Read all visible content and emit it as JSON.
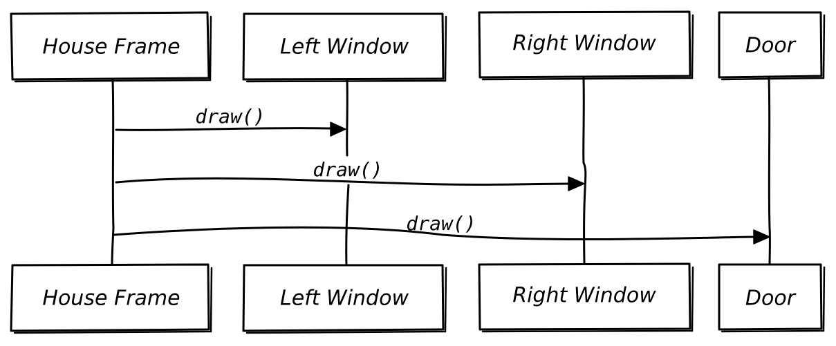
{
  "participants": [
    {
      "label": "House Frame"
    },
    {
      "label": "Left Window"
    },
    {
      "label": "Right Window"
    },
    {
      "label": "Door"
    }
  ],
  "messages": [
    {
      "from": 0,
      "to": 1,
      "label": "draw()"
    },
    {
      "from": 0,
      "to": 2,
      "label": "draw()"
    },
    {
      "from": 0,
      "to": 3,
      "label": "draw()"
    }
  ],
  "colors": {
    "stroke": "#000000",
    "background": "#ffffff"
  }
}
